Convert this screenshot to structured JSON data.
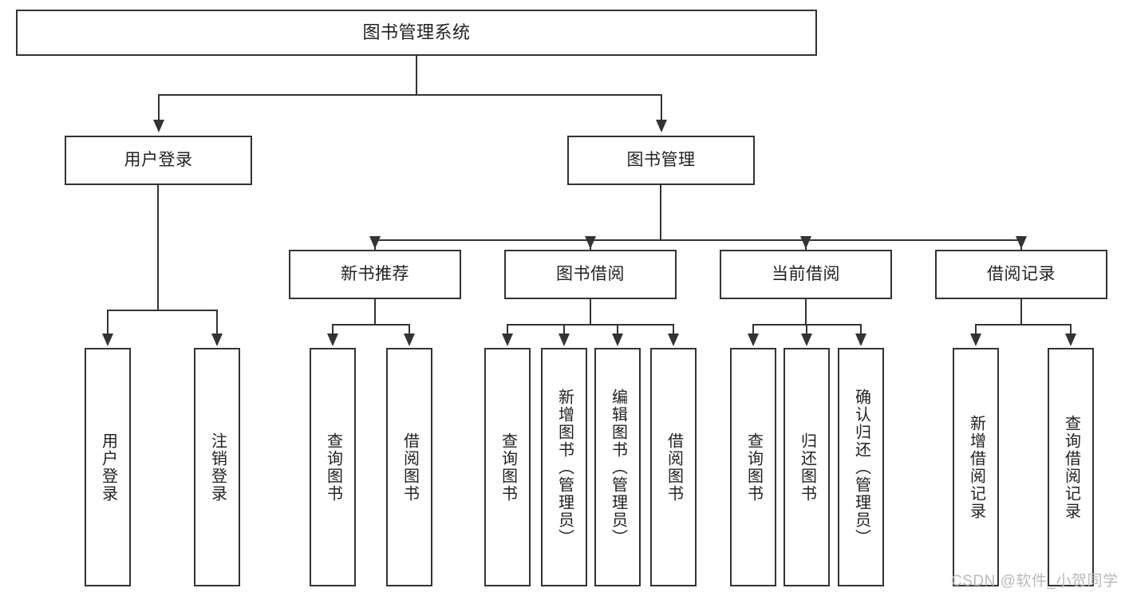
{
  "diagram": {
    "type": "tree-hierarchy",
    "title": "图书管理系统",
    "root": {
      "id": "root",
      "label": "图书管理系统"
    },
    "level1": [
      {
        "id": "user-login",
        "label": "用户登录"
      },
      {
        "id": "book-manage",
        "label": "图书管理"
      }
    ],
    "level2": [
      {
        "id": "new-book-recommend",
        "label": "新书推荐",
        "parent": "book-manage"
      },
      {
        "id": "book-borrow",
        "label": "图书借阅",
        "parent": "book-manage"
      },
      {
        "id": "current-borrow",
        "label": "当前借阅",
        "parent": "book-manage"
      },
      {
        "id": "borrow-record",
        "label": "借阅记录",
        "parent": "book-manage"
      }
    ],
    "leaves": [
      {
        "id": "leaf-user-login",
        "label": "用户登录",
        "parent": "user-login"
      },
      {
        "id": "leaf-logout-login",
        "label": "注销登录",
        "parent": "user-login"
      },
      {
        "id": "leaf-query-book-1",
        "label": "查询图书",
        "parent": "new-book-recommend"
      },
      {
        "id": "leaf-borrow-book-1",
        "label": "借阅图书",
        "parent": "new-book-recommend"
      },
      {
        "id": "leaf-query-book-2",
        "label": "查询图书",
        "parent": "book-borrow"
      },
      {
        "id": "leaf-add-book",
        "label": "新增图书（管理员）",
        "parent": "book-borrow"
      },
      {
        "id": "leaf-edit-book",
        "label": "编辑图书（管理员）",
        "parent": "book-borrow"
      },
      {
        "id": "leaf-borrow-book-2",
        "label": "借阅图书",
        "parent": "book-borrow"
      },
      {
        "id": "leaf-query-book-3",
        "label": "查询图书",
        "parent": "current-borrow"
      },
      {
        "id": "leaf-return-book",
        "label": "归还图书",
        "parent": "current-borrow"
      },
      {
        "id": "leaf-confirm-return",
        "label": "确认归还（管理员）",
        "parent": "current-borrow"
      },
      {
        "id": "leaf-add-record",
        "label": "新增借阅记录",
        "parent": "borrow-record"
      },
      {
        "id": "leaf-query-record",
        "label": "查询借阅记录",
        "parent": "borrow-record"
      }
    ]
  },
  "watermark": {
    "text": "CSDN @软件_小贺同学"
  },
  "colors": {
    "stroke": "#333333",
    "fill": "#ffffff",
    "text": "#222222",
    "watermark": "#b9b9b9"
  }
}
